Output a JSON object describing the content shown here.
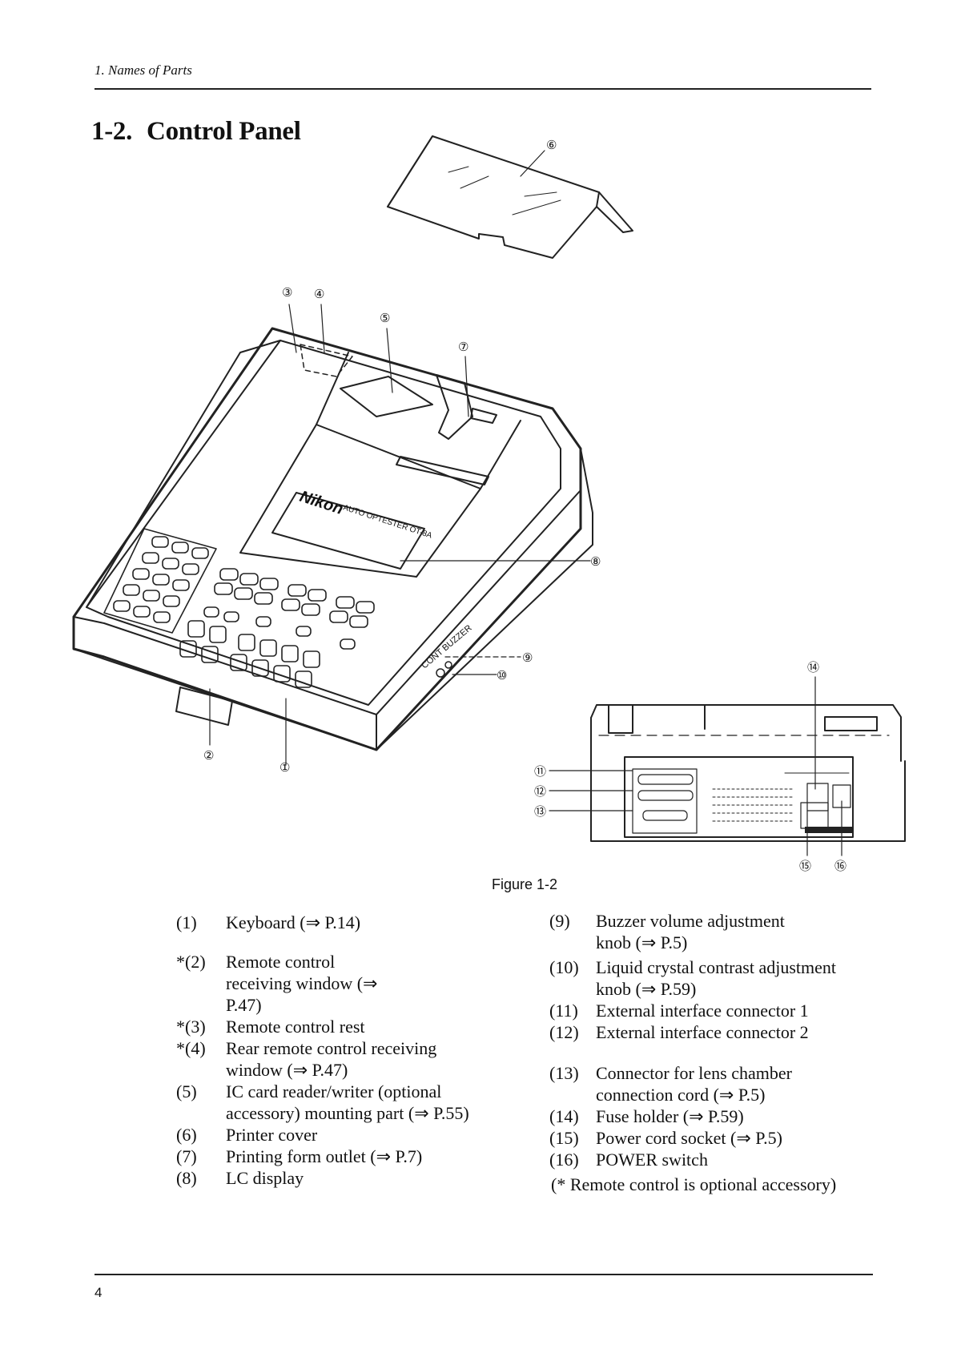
{
  "running_head": "1.  Names of Parts",
  "section": {
    "number": "1-2.",
    "title": "Control Panel"
  },
  "figure": {
    "caption": "Figure 1-2",
    "device_labels": {
      "brand": "Nikon",
      "model": "AUTO OPTESTER OT-8A",
      "knob_label": "CONT BUZZER"
    },
    "callouts": [
      "①",
      "②",
      "③",
      "④",
      "⑤",
      "⑥",
      "⑦",
      "⑧",
      "⑨",
      "⑩",
      "⑪",
      "⑫",
      "⑬",
      "⑭",
      "⑮",
      "⑯"
    ]
  },
  "legend_left": [
    {
      "num": "(1)",
      "text": "Keyboard (⇒ P.14)"
    },
    {
      "num": "*(2)",
      "text": "Remote control receiving window (⇒ P.47)"
    },
    {
      "num": "*(3)",
      "text": "Remote control rest"
    },
    {
      "num": "*(4)",
      "text": "Rear remote control receiving window (⇒ P.47)"
    },
    {
      "num": "(5)",
      "text": "IC card reader/writer (optional accessory) mounting part (⇒ P.55)"
    },
    {
      "num": "(6)",
      "text": "Printer cover"
    },
    {
      "num": "(7)",
      "text": "Printing form outlet (⇒ P.7)"
    },
    {
      "num": "(8)",
      "text": "LC display"
    }
  ],
  "legend_right": [
    {
      "num": "(9)",
      "text": "Buzzer volume adjustment knob (⇒ P.5)"
    },
    {
      "num": "(10)",
      "text": "Liquid crystal contrast adjustment knob (⇒ P.59)"
    },
    {
      "num": "(11)",
      "text": "External interface connector 1"
    },
    {
      "num": "(12)",
      "text": "External interface connector 2"
    },
    {
      "num": "(13)",
      "text": "Connector for lens chamber connection cord (⇒ P.5)"
    },
    {
      "num": "(14)",
      "text": "Fuse holder (⇒ P.59)"
    },
    {
      "num": "(15)",
      "text": "Power cord socket (⇒ P.5)"
    },
    {
      "num": "(16)",
      "text": "POWER switch"
    }
  ],
  "note": "(* Remote control is optional accessory)",
  "page_number": "4"
}
